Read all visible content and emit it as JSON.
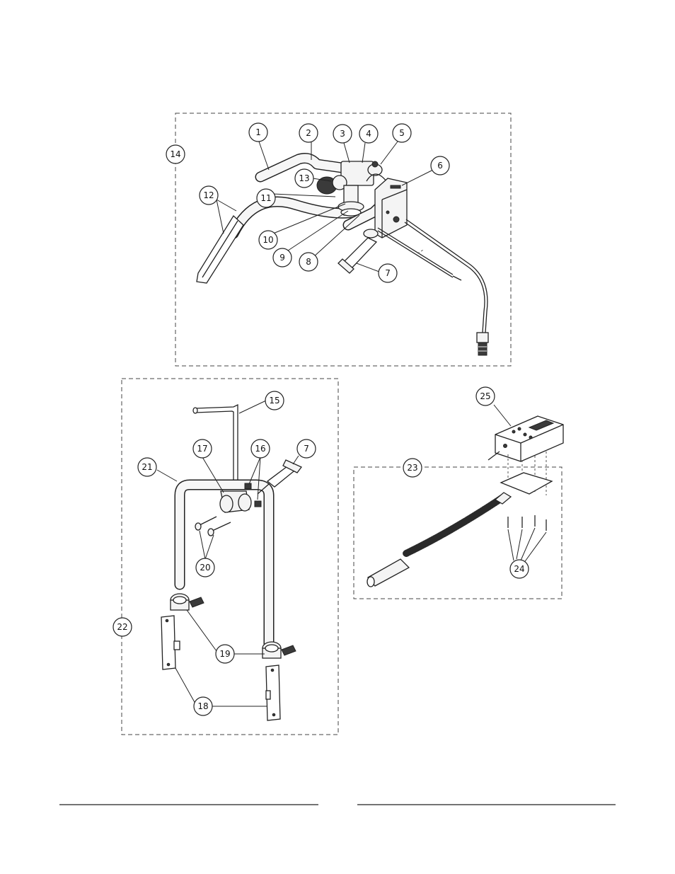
{
  "callouts": [
    {
      "label": "1"
    },
    {
      "label": "2"
    },
    {
      "label": "3"
    },
    {
      "label": "4"
    },
    {
      "label": "5"
    },
    {
      "label": "6"
    },
    {
      "label": "7"
    },
    {
      "label": "8"
    },
    {
      "label": "9"
    },
    {
      "label": "10"
    },
    {
      "label": "11"
    },
    {
      "label": "12"
    },
    {
      "label": "13"
    },
    {
      "label": "14"
    },
    {
      "label": "15"
    },
    {
      "label": "16"
    },
    {
      "label": "17"
    },
    {
      "label": "7"
    },
    {
      "label": "21"
    },
    {
      "label": "20"
    },
    {
      "label": "19"
    },
    {
      "label": "22"
    },
    {
      "label": "18"
    },
    {
      "label": "25"
    },
    {
      "label": "23"
    },
    {
      "label": "24"
    }
  ]
}
